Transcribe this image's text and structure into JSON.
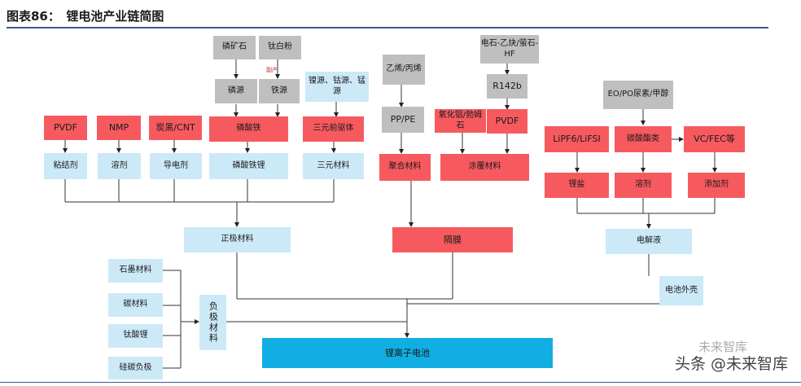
{
  "header": {
    "title": "图表86：　锂电池产业链简图"
  },
  "nodes": {
    "phosphate_rock": "磷矿石",
    "titanium_white": "钛白粉",
    "phosphorus_source": "磷源",
    "iron_source": "铁源",
    "small_note": "副产",
    "ni_co_mn": "镍源、钴源、锰源",
    "propylene": "乙烯/丙烯",
    "calcium_carbide": "电石-乙炔/萤石-HF",
    "r142b": "R142b",
    "eo_po": "EO/PO尿素/甲醇",
    "pvdf_left": "PVDF",
    "nmp": "NMP",
    "carbon_black": "炭黑/CNT",
    "iron_phosphate": "磷酸铁",
    "ternary_precursor": "三元前驱体",
    "pp_pe": "PP/PE",
    "alumina": "氧化铝/勃姆石",
    "pvdf_mid": "PVDF",
    "lithium_salt_src": "LiPF6/LiFSI",
    "carbonate": "碳酸酯类",
    "vc_fec": "VC/FEC等",
    "binder": "粘结剂",
    "solvent_left": "溶剂",
    "conductive": "导电剂",
    "lfp": "磷酸铁锂",
    "ternary": "三元材料",
    "polymer": "聚合材料",
    "coating": "涂覆材料",
    "lithium_salt": "锂盐",
    "solvent_right": "溶剂",
    "additive": "添加剂",
    "cathode": "正极材料",
    "separator": "隔膜",
    "electrolyte": "电解液",
    "graphite": "石墨材料",
    "carbon_mat": "碳材料",
    "lto": "钛酸锂",
    "si_c": "硅碳负极",
    "anode": "负极材料",
    "case": "电池外壳",
    "battery": "锂离子电池"
  },
  "watermark": {
    "text": "头条 @未来智库",
    "faint": "未来智库"
  }
}
